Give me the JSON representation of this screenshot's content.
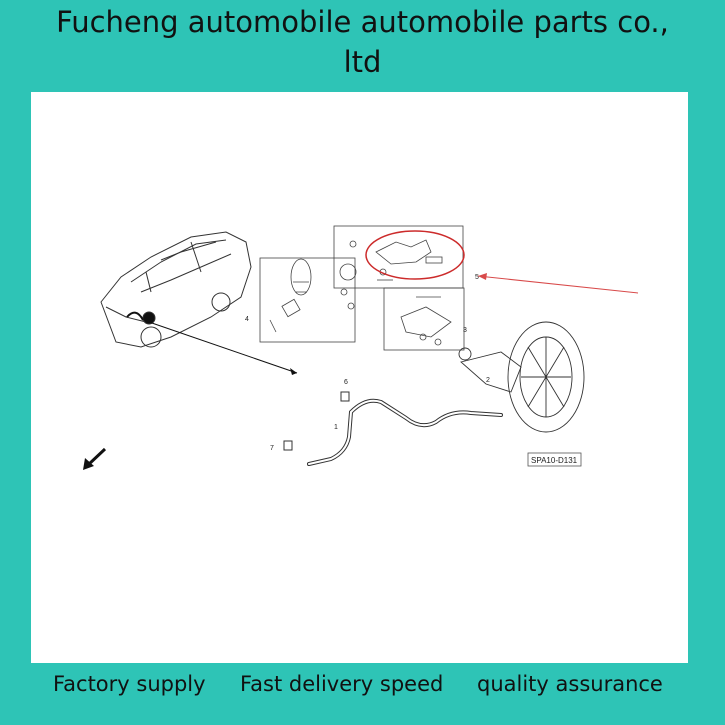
{
  "header": {
    "title_line1": "Fucheng automobile automobile parts co.,",
    "title_line2": "ltd"
  },
  "diagram": {
    "part_code": "SPA10-D131",
    "callouts": [
      "1",
      "2",
      "3",
      "4",
      "5",
      "6",
      "7"
    ],
    "highlight_color": "#cc2b2b",
    "arrow_color": "#d84a4a"
  },
  "footer": {
    "item1": "Factory supply",
    "item2": "Fast delivery speed",
    "item3": "quality assurance"
  },
  "colors": {
    "background": "#2ec4b6",
    "panel": "#ffffff"
  }
}
